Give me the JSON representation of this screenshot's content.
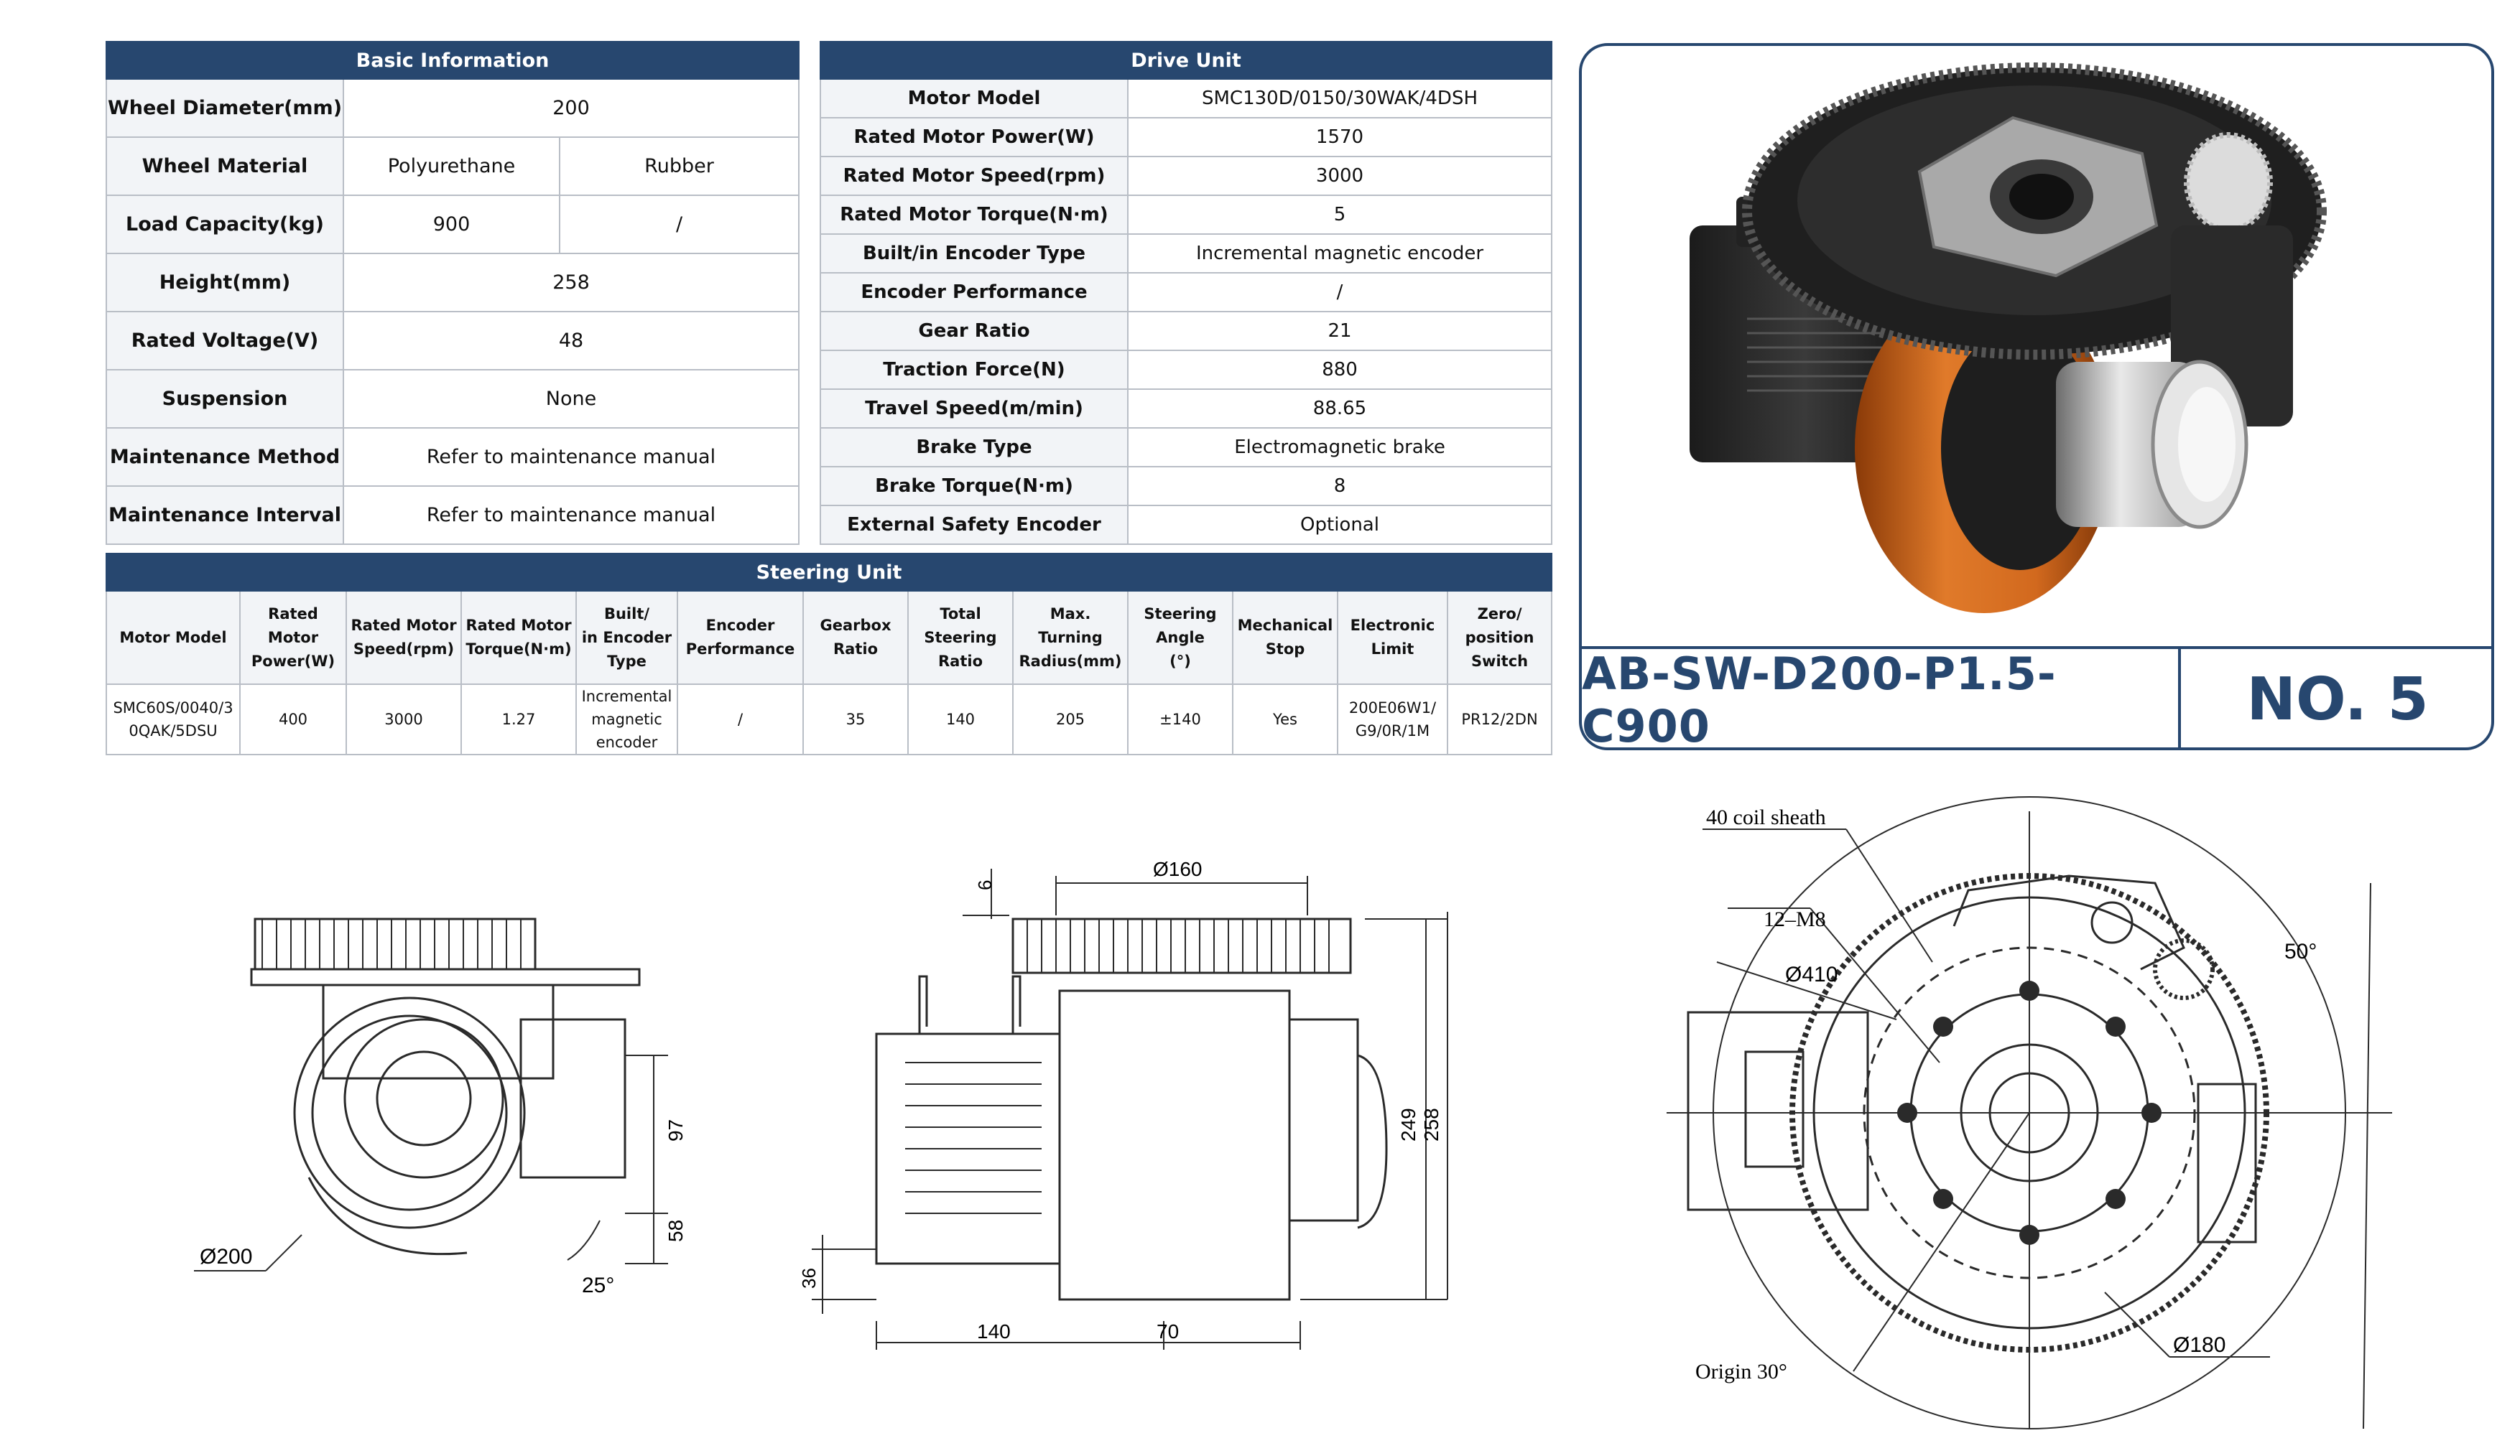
{
  "basic_info": {
    "title": "Basic Information",
    "rows": [
      {
        "label": "Wheel Diameter(mm)",
        "values": [
          "200"
        ]
      },
      {
        "label": "Wheel Material",
        "values": [
          "Polyurethane",
          "Rubber"
        ]
      },
      {
        "label": "Load Capacity(kg)",
        "values": [
          "900",
          "/"
        ]
      },
      {
        "label": "Height(mm)",
        "values": [
          "258"
        ]
      },
      {
        "label": "Rated Voltage(V)",
        "values": [
          "48"
        ]
      },
      {
        "label": "Suspension",
        "values": [
          "None"
        ]
      },
      {
        "label": "Maintenance Method",
        "values": [
          "Refer to maintenance manual"
        ]
      },
      {
        "label": "Maintenance Interval",
        "values": [
          "Refer to maintenance manual"
        ]
      }
    ]
  },
  "drive_unit": {
    "title": "Drive Unit",
    "rows": [
      {
        "label": "Motor Model",
        "value": "SMC130D/0150/30WAK/4DSH"
      },
      {
        "label": "Rated Motor Power(W)",
        "value": "1570"
      },
      {
        "label": "Rated Motor Speed(rpm)",
        "value": "3000"
      },
      {
        "label": "Rated Motor Torque(N·m)",
        "value": "5"
      },
      {
        "label": "Built/in Encoder Type",
        "value": "Incremental magnetic encoder"
      },
      {
        "label": "Encoder Performance",
        "value": "/"
      },
      {
        "label": "Gear Ratio",
        "value": "21"
      },
      {
        "label": "Traction Force(N)",
        "value": "880"
      },
      {
        "label": "Travel Speed(m/min)",
        "value": "88.65"
      },
      {
        "label": "Brake Type",
        "value": "Electromagnetic brake"
      },
      {
        "label": "Brake Torque(N·m)",
        "value": "8"
      },
      {
        "label": "External Safety Encoder",
        "value": "Optional"
      }
    ]
  },
  "steering_unit": {
    "title": "Steering Unit",
    "headers": [
      [
        "Motor Model"
      ],
      [
        "Rated Motor",
        "Power(W)"
      ],
      [
        "Rated Motor",
        "Speed(rpm)"
      ],
      [
        "Rated Motor",
        "Torque(N·m)"
      ],
      [
        "Built/",
        "in Encoder",
        "Type"
      ],
      [
        "Encoder",
        "Performance"
      ],
      [
        "Gearbox",
        "Ratio"
      ],
      [
        "Total",
        "Steering",
        "Ratio"
      ],
      [
        "Max. Turning",
        "Radius(mm)"
      ],
      [
        "Steering",
        "Angle",
        "(°)"
      ],
      [
        "Mechanical",
        "Stop"
      ],
      [
        "Electronic",
        "Limit"
      ],
      [
        "Zero/",
        "position",
        "Switch"
      ]
    ],
    "values": [
      [
        "SMC60S/0040/3",
        "0QAK/5DSU"
      ],
      [
        "400"
      ],
      [
        "3000"
      ],
      [
        "1.27"
      ],
      [
        "Incremental",
        "magnetic",
        "encoder"
      ],
      [
        "/"
      ],
      [
        "35"
      ],
      [
        "140"
      ],
      [
        "205"
      ],
      [
        "±140"
      ],
      [
        "Yes"
      ],
      [
        "200E06W1/",
        "G9/0R/1M"
      ],
      [
        "PR12/2DN"
      ]
    ]
  },
  "product": {
    "model": "AB-SW-D200-P1.5-C900",
    "number": "NO. 5"
  },
  "drawings": {
    "front": {
      "dia": "Ø200",
      "d97": "97",
      "d58": "58",
      "angle": "25°"
    },
    "side": {
      "top": "Ø160",
      "d6": "6",
      "d249": "249",
      "d258": "258",
      "d36": "36",
      "d140": "140",
      "d70": "70"
    },
    "top_view": {
      "coil": "40 coil sheath",
      "bolt": "12–M8",
      "d410": "Ø410",
      "angle50": "50°",
      "origin": "Origin 30°",
      "d180": "Ø180"
    }
  },
  "colors": {
    "header": "#27476f",
    "wheel": "#d2691e",
    "line": "#2a2a2a"
  }
}
